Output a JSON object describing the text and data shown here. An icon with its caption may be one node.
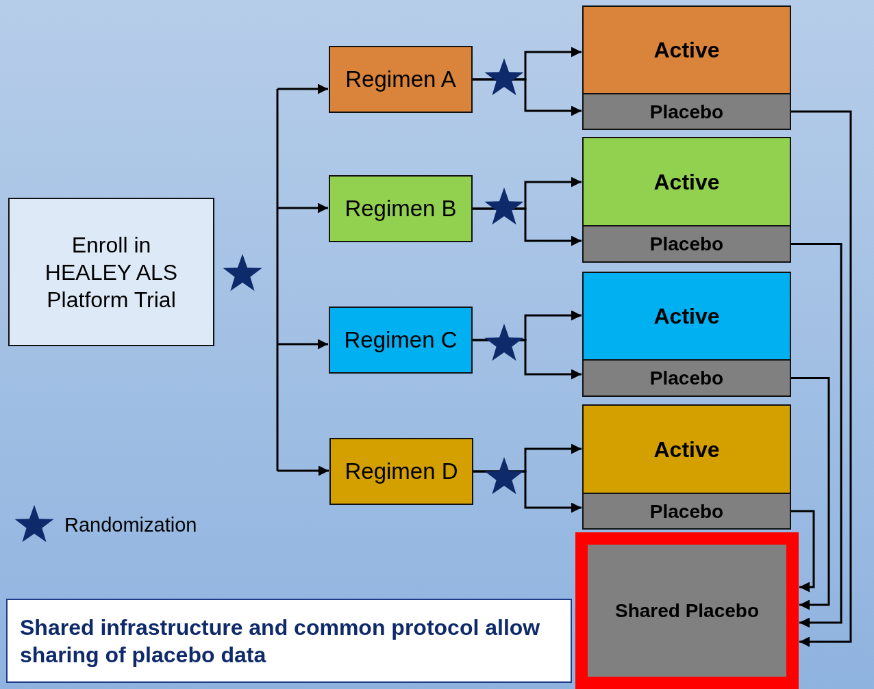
{
  "diagram": {
    "nodes": [
      {
        "text": [
          "Enroll in HEALEY ALS Platform Trial"
        ]
      },
      {
        "text": [
          "Regimen A"
        ]
      },
      {
        "text": [
          "Regimen B"
        ]
      },
      {
        "text": [
          "Regimen C"
        ]
      },
      {
        "text": [
          "Regimen D"
        ]
      },
      {
        "text": [
          "Active"
        ]
      },
      {
        "text": [
          "Placebo"
        ]
      },
      {
        "text": [
          "Active"
        ]
      },
      {
        "text": [
          "Placebo"
        ]
      },
      {
        "text": [
          "Active"
        ]
      },
      {
        "text": [
          "Placebo"
        ]
      },
      {
        "text": [
          "Active"
        ]
      },
      {
        "text": [
          "Placebo"
        ]
      },
      {
        "text": [
          "Shared Placebo"
        ]
      },
      {
        "text": [
          "Shared infrastructure and common protocol allow sharing of placebo data"
        ]
      }
    ],
    "edges": [
      {
        "from": null,
        "to": 1,
        "arrow": "to"
      },
      {
        "from": null,
        "to": 2,
        "arrow": "to"
      },
      {
        "from": null,
        "to": 3,
        "arrow": "to"
      },
      {
        "from": null,
        "to": 4,
        "arrow": "to"
      },
      {
        "from": 1,
        "to": 5,
        "arrow": "to"
      },
      {
        "from": 1,
        "to": 6,
        "arrow": "to"
      },
      {
        "from": 2,
        "to": 7,
        "arrow": "to"
      },
      {
        "from": 2,
        "to": 8,
        "arrow": "to"
      },
      {
        "from": 3,
        "to": 9,
        "arrow": "to"
      },
      {
        "from": 3,
        "to": 10,
        "arrow": "to"
      },
      {
        "from": 4,
        "to": 11,
        "arrow": "to"
      },
      {
        "from": 4,
        "to": 12,
        "arrow": "to"
      },
      {
        "from": 6,
        "to": 13,
        "arrow": "to"
      },
      {
        "from": 8,
        "to": 13,
        "arrow": "to"
      },
      {
        "from": 10,
        "to": 13,
        "arrow": "to"
      },
      {
        "from": 12,
        "to": 13,
        "arrow": "to"
      }
    ],
    "legend": [
      {
        "text": "Randomization"
      }
    ]
  }
}
